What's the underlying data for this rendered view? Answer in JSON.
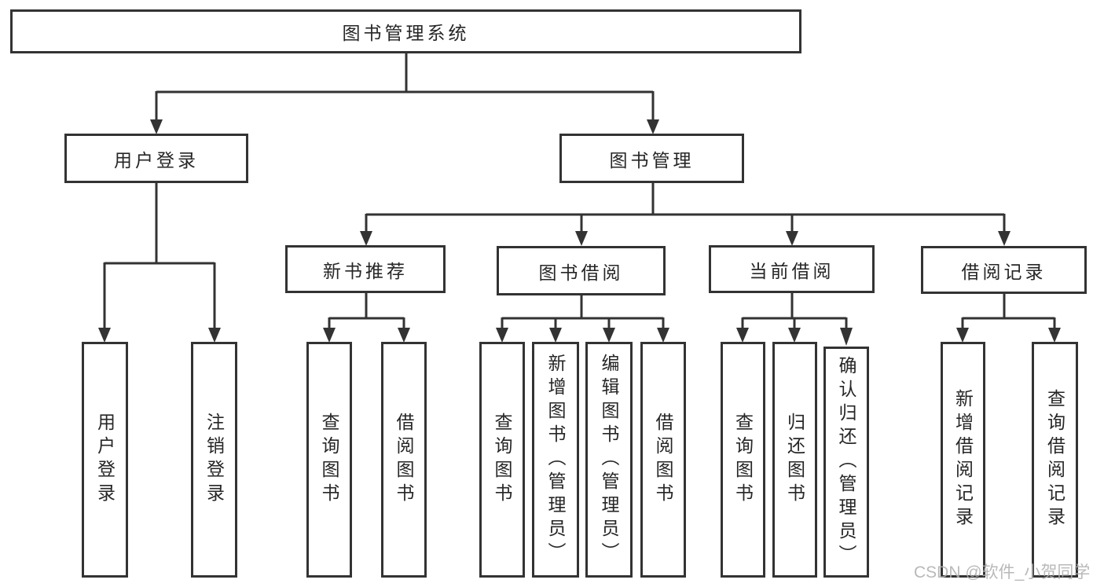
{
  "tree": {
    "root": "图书管理系统",
    "login_branch": {
      "label": "用户登录",
      "children": [
        "用户登录",
        "注销登录"
      ]
    },
    "mgmt_branch": {
      "label": "图书管理",
      "groups": [
        {
          "label": "新书推荐",
          "children": [
            "查询图书",
            "借阅图书"
          ]
        },
        {
          "label": "图书借阅",
          "children": [
            "查询图书",
            "新增图书（管理员）",
            "编辑图书（管理员）",
            "借阅图书"
          ]
        },
        {
          "label": "当前借阅",
          "children": [
            "查询图书",
            "归还图书",
            "确认归还（管理员）"
          ]
        },
        {
          "label": "借阅记录",
          "children": [
            "新增借阅记录",
            "查询借阅记录"
          ]
        }
      ]
    }
  },
  "watermark": "CSDN @软件_小贺同学",
  "colors": {
    "line": "#333333",
    "box_border": "#333333",
    "box_background": "#ffffff",
    "text": "#262626",
    "watermark": "#b0b0b0",
    "page_background": "#ffffff"
  }
}
